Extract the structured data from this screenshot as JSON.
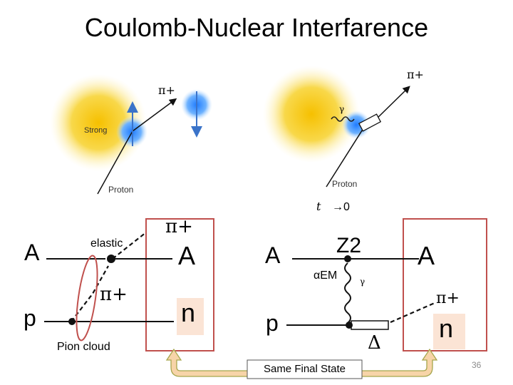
{
  "slide": {
    "title": "Coulomb‑Nuclear Interfarence",
    "page_number": "36"
  },
  "top_left_panel": {
    "pion_label": "π+",
    "strong_label": "Strong",
    "proton_label": "Proton"
  },
  "top_right_panel": {
    "pion_label": "π+",
    "gamma_label": "γ",
    "proton_label": "Proton"
  },
  "t_limit": {
    "t": "t",
    "arrow_zero": "→0"
  },
  "left_diagram": {
    "A_in": "A",
    "p_in": "p",
    "elastic": "elastic",
    "pi_mid": "π+",
    "pion_cloud": "Pion cloud",
    "pi_top": "π+",
    "A_out": "A",
    "n_out": "n"
  },
  "right_diagram": {
    "A_in": "A",
    "Z2": "Z2",
    "alpha_em": "αEM",
    "gamma": "γ",
    "p_in": "p",
    "delta": "Δ",
    "A_out": "A",
    "pi_out": "π+",
    "n_out": "n"
  },
  "bottom": {
    "same_final_state": "Same Final State"
  },
  "colors": {
    "box_border": "#c0504d",
    "n_highlight": "#fbe4d5",
    "arrow_fill": "#f7d4a8",
    "arrow_stroke": "#a6a64d",
    "nucleus_yellow": "#f5c400",
    "nucleon_blue": "#2f8cff"
  }
}
